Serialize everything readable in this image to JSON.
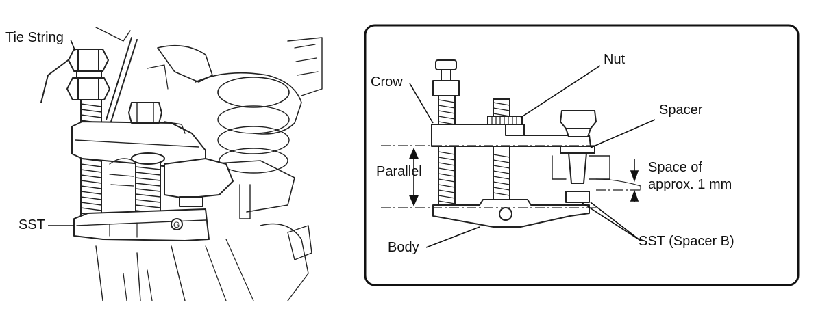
{
  "left_figure": {
    "labels": {
      "tie_string": "Tie String",
      "sst": "SST"
    }
  },
  "right_figure": {
    "labels": {
      "nut": "Nut",
      "crow": "Crow",
      "spacer": "Spacer",
      "parallel": "Parallel",
      "space_line1": "Space of",
      "space_line2": "approx. 1 mm",
      "sst_spacer_b": "SST (Spacer B)",
      "body": "Body"
    }
  }
}
